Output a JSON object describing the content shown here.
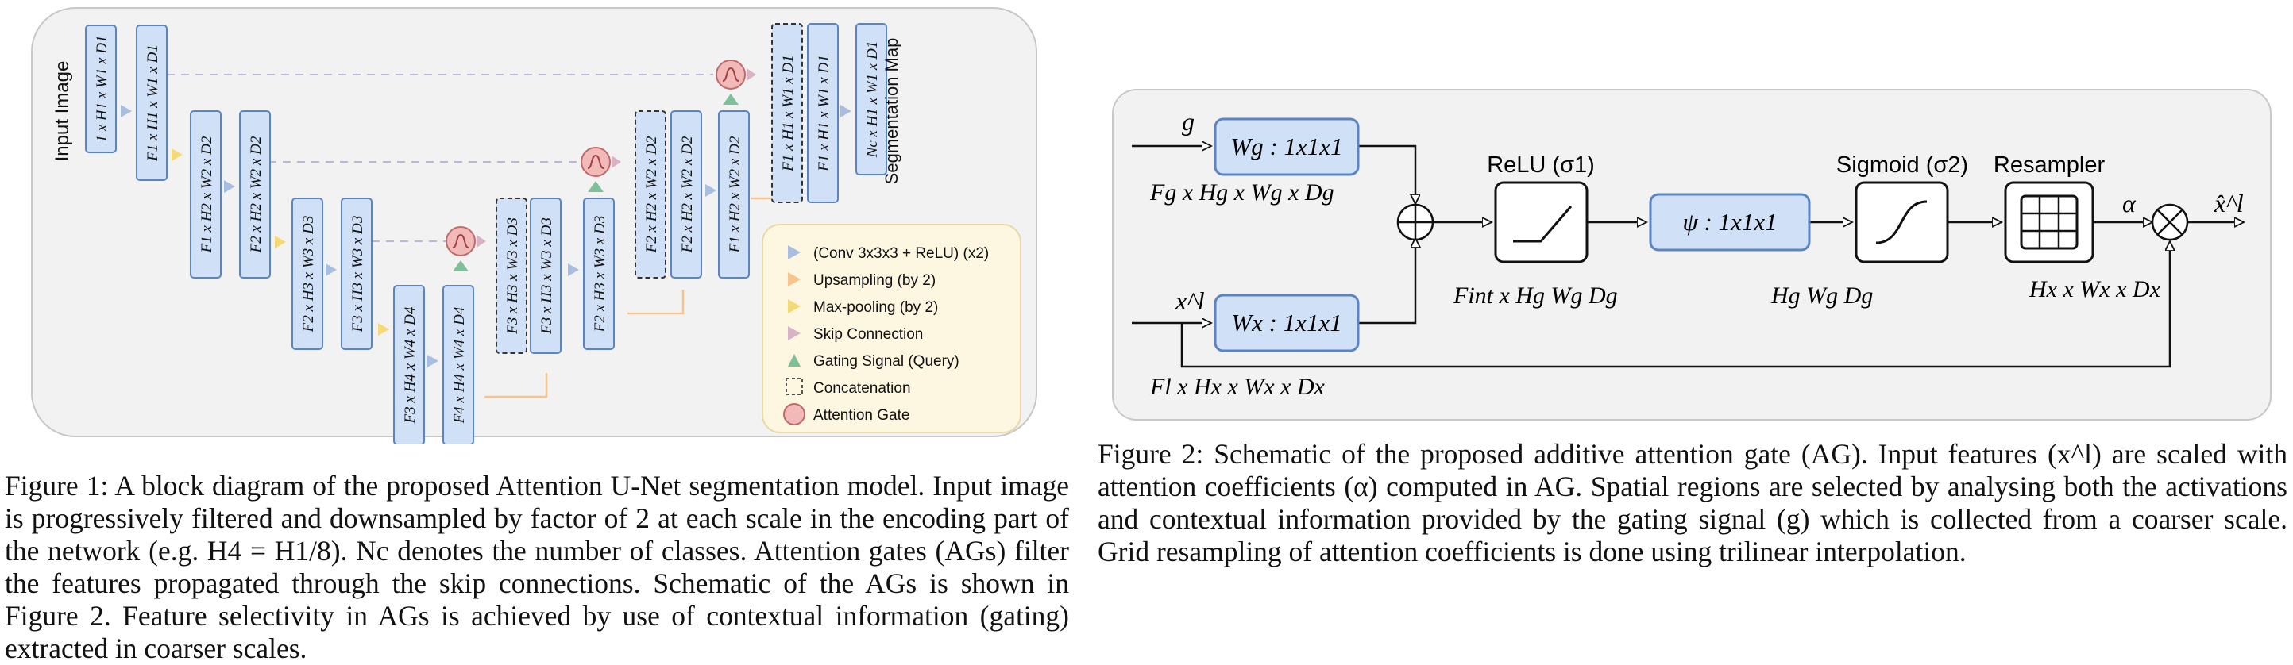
{
  "figure1": {
    "input_label": "Input Image",
    "output_label": "Segmentation Map",
    "columns": [
      {
        "id": "c1",
        "label": "1 x H1 x W1 x D1"
      },
      {
        "id": "c2",
        "label": "F1 x H1 x W1 x D1"
      },
      {
        "id": "c3",
        "label": "F1 x H2 x W2 x D2"
      },
      {
        "id": "c4",
        "label": "F2 x H2 x W2 x D2"
      },
      {
        "id": "c5",
        "label": "F2 x H3 x W3 x D3"
      },
      {
        "id": "c6",
        "label": "F3 x H3 x W3 x D3"
      },
      {
        "id": "c7",
        "label": "F3 x H4 x W4 x D4"
      },
      {
        "id": "c8",
        "label": "F4 x H4 x W4 x D4"
      },
      {
        "id": "c9",
        "label": "F3 x H3 x W3 x D3"
      },
      {
        "id": "c10",
        "label": "F3 x H3 x W3 x D3"
      },
      {
        "id": "c11",
        "label": "F2 x H3 x W3 x D3"
      },
      {
        "id": "c12",
        "label": "F2 x H2 x W2 x D2"
      },
      {
        "id": "c13",
        "label": "F2 x H2 x W2 x D2"
      },
      {
        "id": "c14",
        "label": "F1 x H2 x W2 x D2"
      },
      {
        "id": "c15",
        "label": "F1 x H1 x W1 x D1"
      },
      {
        "id": "c16",
        "label": "F1 x H1 x W1 x D1"
      },
      {
        "id": "c17",
        "label": "Nc x H1 x W1 x D1"
      }
    ],
    "legend": [
      {
        "label": "(Conv 3x3x3 + ReLU) (x2)",
        "color": "#a9bde0"
      },
      {
        "label": "Upsampling (by 2)",
        "color": "#f7c48c"
      },
      {
        "label": "Max-pooling (by 2)",
        "color": "#f6d977"
      },
      {
        "label": "Skip Connection",
        "color": "#d9b2c6"
      },
      {
        "label": "Gating Signal (Query)",
        "color": "#7fbf9a"
      },
      {
        "label": "Concatenation",
        "color": "#555555"
      },
      {
        "label": "Attention Gate",
        "color": "#f2b9b9"
      }
    ],
    "colors": {
      "block_fill": "#cfe0f7",
      "block_stroke": "#5b84c4",
      "panel": "#f2f2f2",
      "legend_bg": "#fdf6e0"
    }
  },
  "figure2": {
    "g_label": "g",
    "x_label": "x^l",
    "wg_label": "Wg : 1x1x1",
    "wx_label": "Wx : 1x1x1",
    "psi_label": "ψ : 1x1x1",
    "relu_label": "ReLU (σ1)",
    "sigmoid_label": "Sigmoid (σ2)",
    "resampler_label": "Resampler",
    "alpha_label": "α",
    "output_label": "x̂^l",
    "fg_dims": "Fg x Hg x Wg x Dg",
    "fint_dims": "Fint x Hg Wg Dg",
    "hg_dims": "Hg Wg Dg",
    "hx_dims": "Hx x Wx x Dx",
    "fl_dims": "Fl x Hx x Wx x Dx"
  },
  "captions": {
    "fig1": "Figure 1: A block diagram of the proposed Attention U-Net segmentation model. Input image is progressively filtered and downsampled by factor of 2 at each scale in the encoding part of the network (e.g. H4 = H1/8). Nc denotes the number of classes. Attention gates (AGs) filter the features propagated through the skip connections. Schematic of the AGs is shown in Figure 2. Feature selectivity in AGs is achieved by use of contextual information (gating) extracted in coarser scales.",
    "fig2": "Figure 2: Schematic of the proposed additive attention gate (AG). Input features (x^l) are scaled with attention coefficients (α) computed in AG. Spatial regions are selected by analysing both the activations and contextual information provided by the gating signal (g) which is collected from a coarser scale. Grid resampling of attention coefficients is done using trilinear interpolation."
  }
}
